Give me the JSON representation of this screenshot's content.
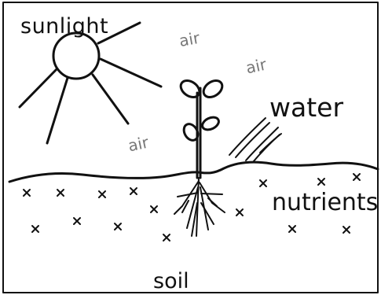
{
  "labels": {
    "sunlight": "sunlight",
    "water": "water",
    "nutrients": "nutrients",
    "soil": "soil",
    "air": [
      "air",
      "air",
      "air"
    ]
  },
  "colors": {
    "ink": "#111111",
    "air_text": "#777777",
    "background": "#ffffff"
  },
  "icons": [
    "sun-icon",
    "plant-icon",
    "roots-icon",
    "water-drops-icon",
    "nutrient-mark-icon"
  ]
}
